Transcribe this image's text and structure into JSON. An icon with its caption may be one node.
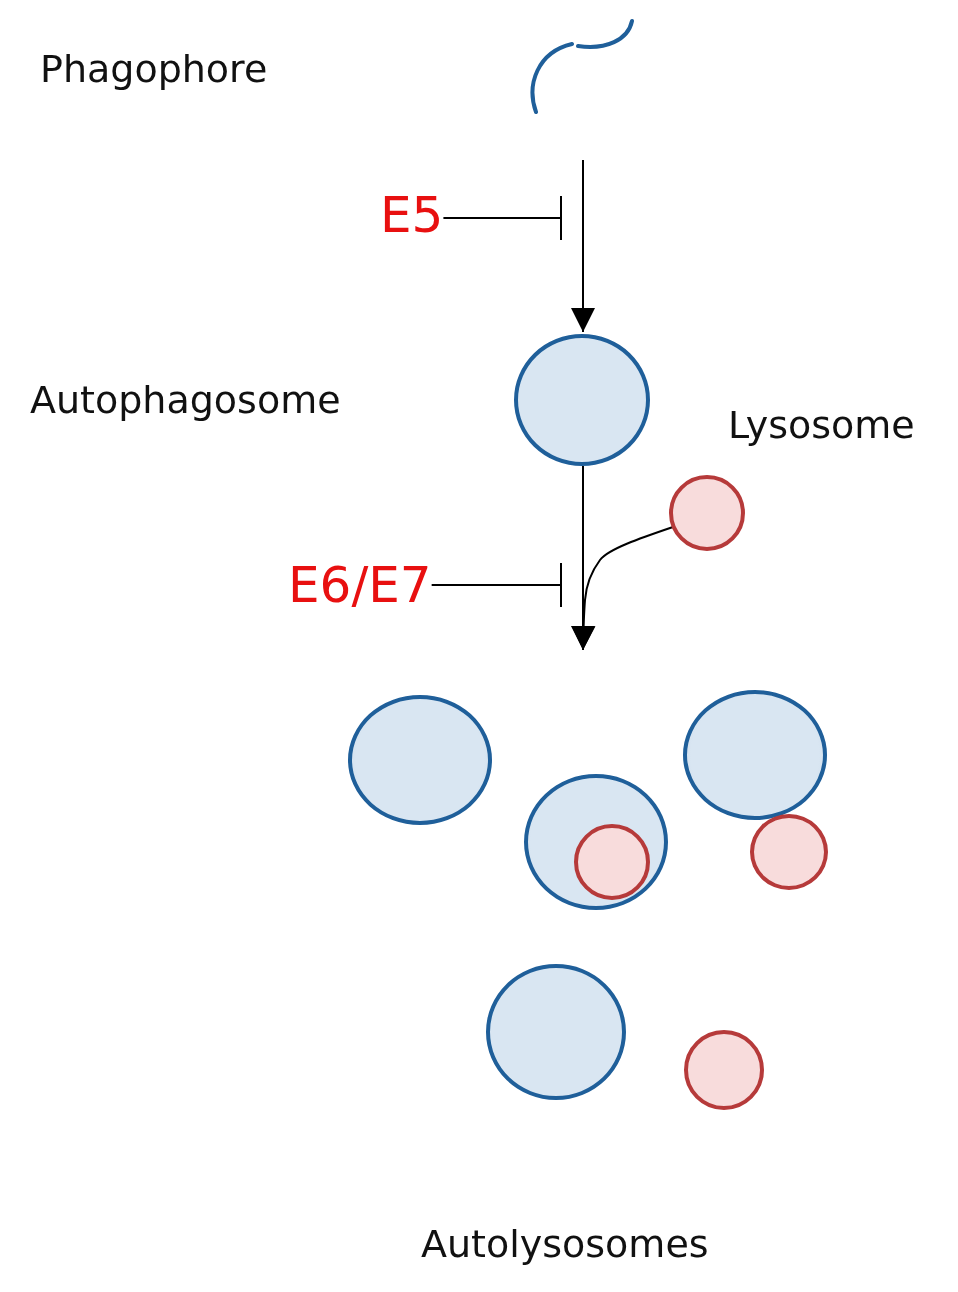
{
  "diagram": {
    "nodes": [
      {
        "text": [],
        "shape": "curve"
      },
      {
        "text": [
          "E5"
        ]
      },
      {
        "text": [],
        "shape": "circle"
      },
      {
        "text": [],
        "shape": "circle"
      },
      {
        "text": [
          "E6/E7"
        ]
      },
      {
        "text": [],
        "shape": "circle"
      },
      {
        "text": [],
        "shape": "circle"
      },
      {
        "text": [],
        "shape": "circle"
      },
      {
        "text": [],
        "shape": "circle",
        "in": 7
      },
      {
        "text": [],
        "shape": "circle"
      },
      {
        "text": [],
        "shape": "circle"
      },
      {
        "text": [],
        "shape": "circle"
      }
    ],
    "edges": [
      {
        "from": 0,
        "to": 2,
        "arrow": "to"
      },
      {
        "from": 1,
        "to": null,
        "arrow": "other"
      },
      {
        "from": 2,
        "to": null,
        "arrow": "to"
      },
      {
        "from": 3,
        "to": null,
        "arrow": "to"
      },
      {
        "from": 4,
        "to": null,
        "arrow": "other"
      }
    ],
    "labels": [
      "Phagophore",
      "Autophagosome",
      "Lysosome",
      "Autolysosomes"
    ]
  }
}
